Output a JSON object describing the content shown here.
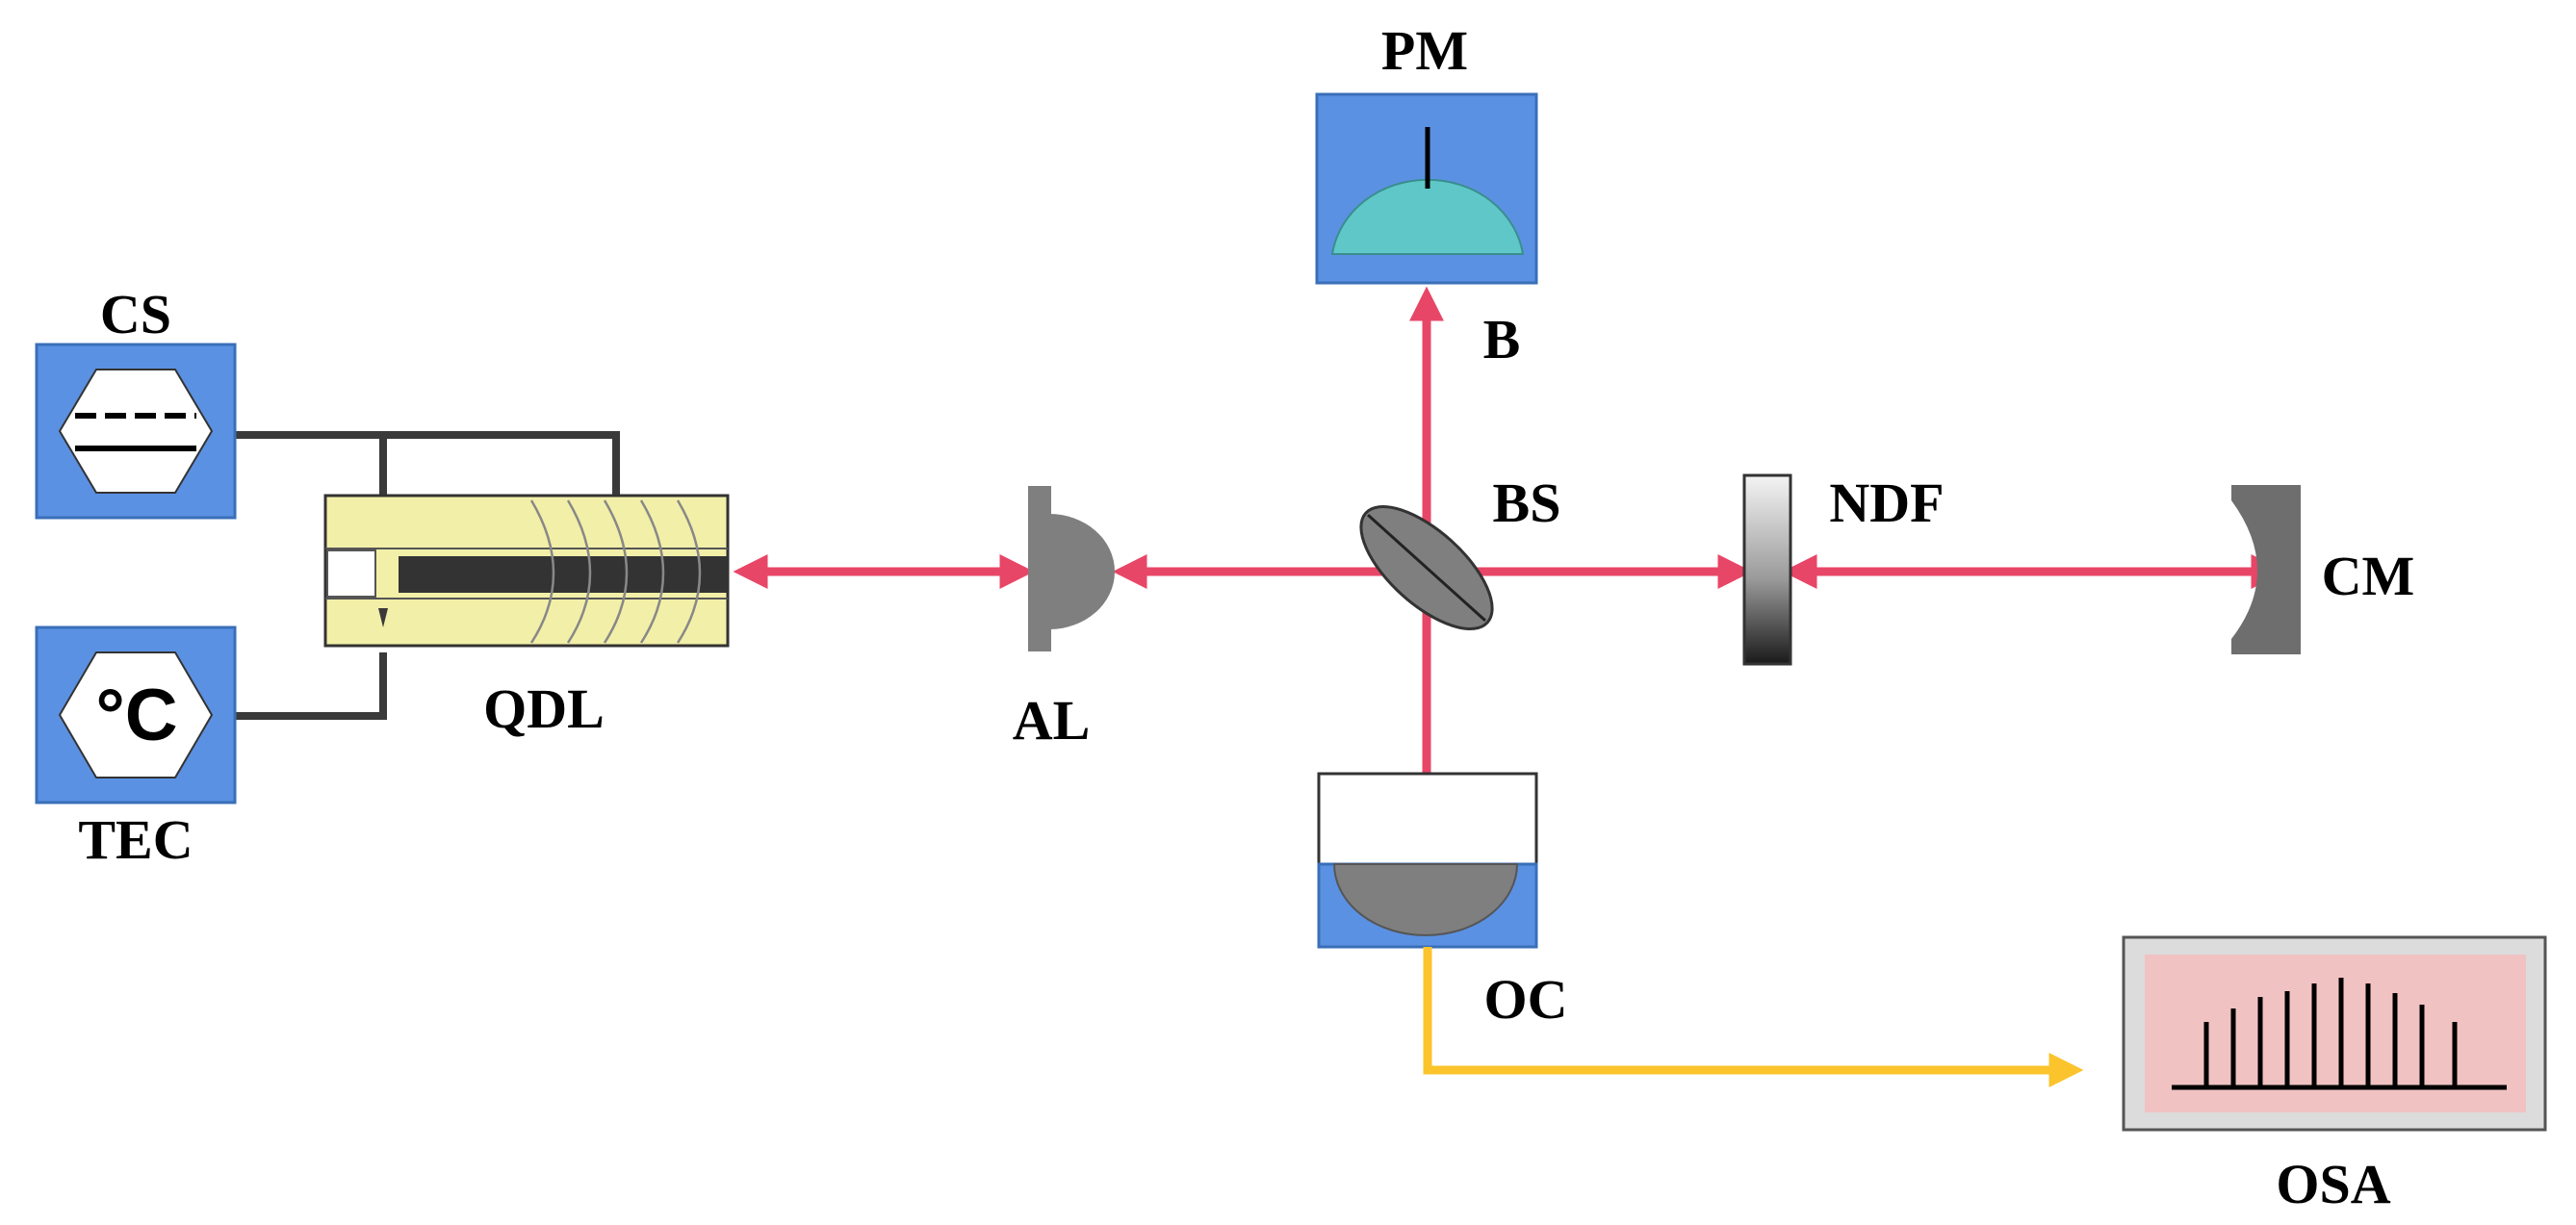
{
  "labels": {
    "pm": "PM",
    "b": "B",
    "bs": "BS",
    "ndf": "NDF",
    "cm": "CM",
    "cs": "CS",
    "tec": "TEC",
    "qdl": "QDL",
    "al": "AL",
    "oc": "OC",
    "osa": "OSA",
    "tec_symbol": "°C"
  },
  "colors": {
    "instrument_blue": "#5b91e3",
    "beam_red": "#e84667",
    "fiber_yellow": "#fbc42c",
    "laser_body": "#f2efa8",
    "optic_gray": "#7f7f7f",
    "meter_dial": "#5fc7c7",
    "osa_screen": "#f1c2c2",
    "osa_frame": "#dcdcdc",
    "wire": "#3a3a3a"
  }
}
